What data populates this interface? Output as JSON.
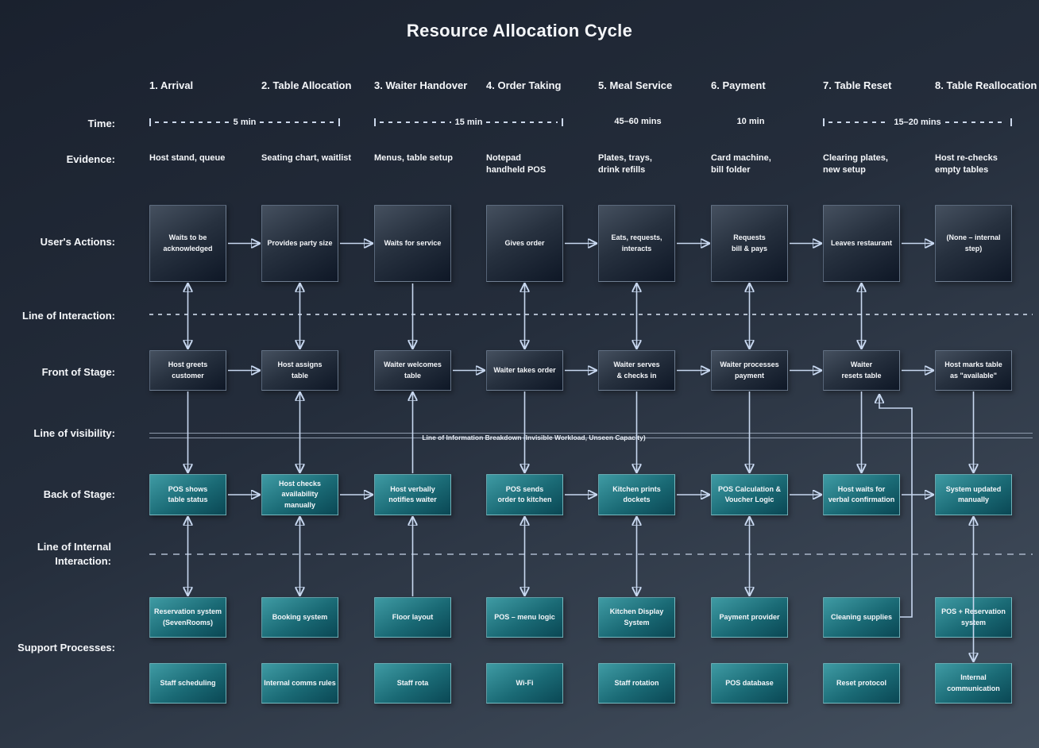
{
  "title": "Resource Allocation Cycle",
  "row_labels": {
    "time": "Time:",
    "evidence": "Evidence:",
    "user_actions": "User's Actions:",
    "line_of_interaction": "Line of Interaction:",
    "front_of_stage": "Front of Stage:",
    "line_of_visibility": "Line of visibility:",
    "back_of_stage": "Back of Stage:",
    "line_of_internal_interaction": "Line of Internal Interaction:",
    "support_processes": "Support Processes:"
  },
  "visibility_label": "Line of Information Breakdown (Invisible Workload, Unseen Capacity)",
  "time": {
    "span_1_2": "5 min",
    "span_3_4": "15 min",
    "col_5": "45–60 mins",
    "col_6": "10 min",
    "span_7_8": "15–20 mins"
  },
  "stages": [
    {
      "title": "1. Arrival",
      "evidence": "Host stand, queue",
      "user_action": "Waits to be\nacknowledged",
      "front_of_stage": "Host greets\ncustomer",
      "back_of_stage": "POS shows\ntable status",
      "support_1": "Reservation system\n(SevenRooms)",
      "support_2": "Staff scheduling"
    },
    {
      "title": "2. Table Allocation",
      "evidence": "Seating chart, waitlist",
      "user_action": "Provides party size",
      "front_of_stage": "Host assigns\ntable",
      "back_of_stage": "Host checks availability\nmanually",
      "support_1": "Booking system",
      "support_2": "Internal comms rules"
    },
    {
      "title": "3. Waiter Handover",
      "evidence": "Menus, table setup",
      "user_action": "Waits for service",
      "front_of_stage": "Waiter welcomes\ntable",
      "back_of_stage": "Host verbally\nnotifies waiter",
      "support_1": "Floor layout",
      "support_2": "Staff rota"
    },
    {
      "title": "4. Order Taking",
      "evidence": "Notepad\nhandheld POS",
      "user_action": "Gives order",
      "front_of_stage": "Waiter takes order",
      "back_of_stage": "POS sends\norder to kitchen",
      "support_1": "POS – menu logic",
      "support_2": "Wi-Fi"
    },
    {
      "title": "5. Meal Service",
      "evidence": "Plates, trays,\ndrink refills",
      "user_action": "Eats, requests,\ninteracts",
      "front_of_stage": "Waiter serves\n& checks in",
      "back_of_stage": "Kitchen prints dockets",
      "support_1": "Kitchen Display System",
      "support_2": "Staff rotation"
    },
    {
      "title": "6. Payment",
      "evidence": "Card machine,\nbill folder",
      "user_action": "Requests\nbill & pays",
      "front_of_stage": "Waiter processes\npayment",
      "back_of_stage": "POS Calculation &\nVoucher Logic",
      "support_1": "Payment provider",
      "support_2": "POS database"
    },
    {
      "title": "7. Table Reset",
      "evidence": "Clearing plates,\nnew setup",
      "user_action": "Leaves restaurant",
      "front_of_stage": "Waiter\nresets table",
      "back_of_stage": "Host waits for\nverbal confirmation",
      "support_1": "Cleaning supplies",
      "support_2": "Reset protocol"
    },
    {
      "title": "8. Table Reallocation",
      "evidence": "Host re-checks\nempty tables",
      "user_action": "(None – internal step)",
      "front_of_stage": "Host marks table\nas \"available\"",
      "back_of_stage": "System updated\nmanually",
      "support_1": "POS + Reservation system",
      "support_2": "Internal communication"
    }
  ],
  "colors": {
    "background_top": "#1a212e",
    "background_bottom": "#44505f",
    "dark_box_light": "#45505f",
    "dark_box_dark": "#0e1726",
    "teal_box_light": "#3f9ba4",
    "teal_box_dark": "#0a4754",
    "arrow": "#c8d8f0",
    "dashed_line": "#8d99ab",
    "text": "#f5f7fa"
  }
}
